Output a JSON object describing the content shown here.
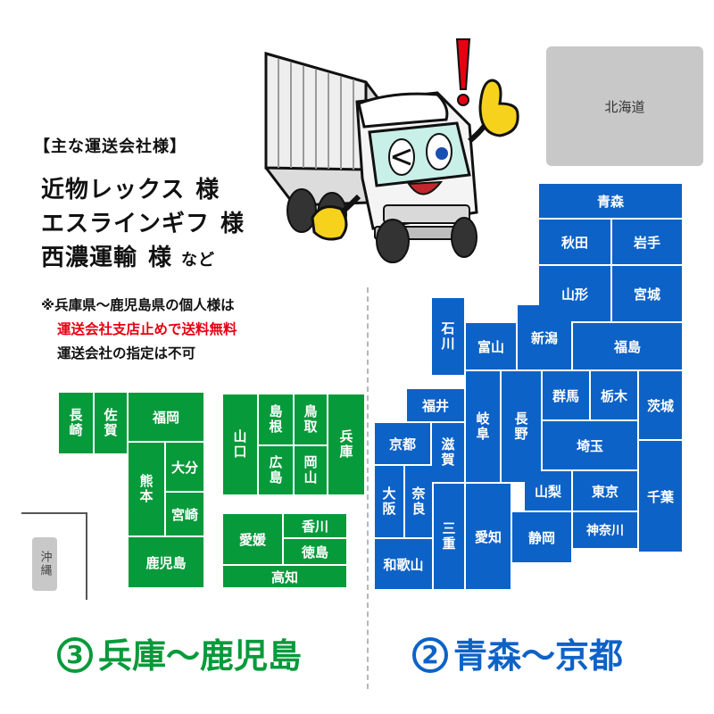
{
  "carriers": {
    "heading": "【主な運送会社様】",
    "items": [
      {
        "name": "近物レックス",
        "suffix": "様"
      },
      {
        "name": "エスラインギフ",
        "suffix": "様"
      },
      {
        "name": "西濃運輸",
        "suffix": "様"
      }
    ],
    "etc": "など"
  },
  "notes": {
    "line1": "※兵庫県～鹿児島県の個人様は",
    "line2": "運送会社支店止めで送料無料",
    "line3": "運送会社の指定は不可"
  },
  "colors": {
    "region3": "#079a3a",
    "region2": "#0d62c7",
    "note_highlight": "#e60012",
    "excluded": "#c8c8c8"
  },
  "excluded": {
    "hokkaido": "北海道",
    "okinawa": "沖縄"
  },
  "region3": {
    "number": "3",
    "title": "兵庫～鹿児島",
    "prefectures": {
      "nagasaki": "長崎",
      "saga": "佐賀",
      "fukuoka": "福岡",
      "kumamoto": "熊本",
      "oita": "大分",
      "miyazaki": "宮崎",
      "kagoshima": "鹿児島",
      "yamaguchi": "山口",
      "shimane": "島根",
      "tottori": "鳥取",
      "hiroshima": "広島",
      "okayama": "岡山",
      "hyogo": "兵庫",
      "ehime": "愛媛",
      "kagawa": "香川",
      "tokushima": "徳島",
      "kochi": "高知"
    }
  },
  "region2": {
    "number": "2",
    "title": "青森～京都",
    "prefectures": {
      "aomori": "青森",
      "akita": "秋田",
      "iwate": "岩手",
      "yamagata": "山形",
      "miyagi": "宮城",
      "ishikawa": "石川",
      "toyama": "富山",
      "niigata": "新潟",
      "fukushima": "福島",
      "fukui": "福井",
      "kyoto": "京都",
      "shiga": "滋賀",
      "gifu": "岐阜",
      "nagano": "長野",
      "gunma": "群馬",
      "tochigi": "栃木",
      "ibaraki": "茨城",
      "saitama": "埼玉",
      "yamanashi": "山梨",
      "tokyo": "東京",
      "chiba": "千葉",
      "kanagawa": "神奈川",
      "osaka": "大阪",
      "nara": "奈良",
      "mie": "三重",
      "aichi": "愛知",
      "shizuoka": "静岡",
      "wakayama": "和歌山"
    }
  }
}
